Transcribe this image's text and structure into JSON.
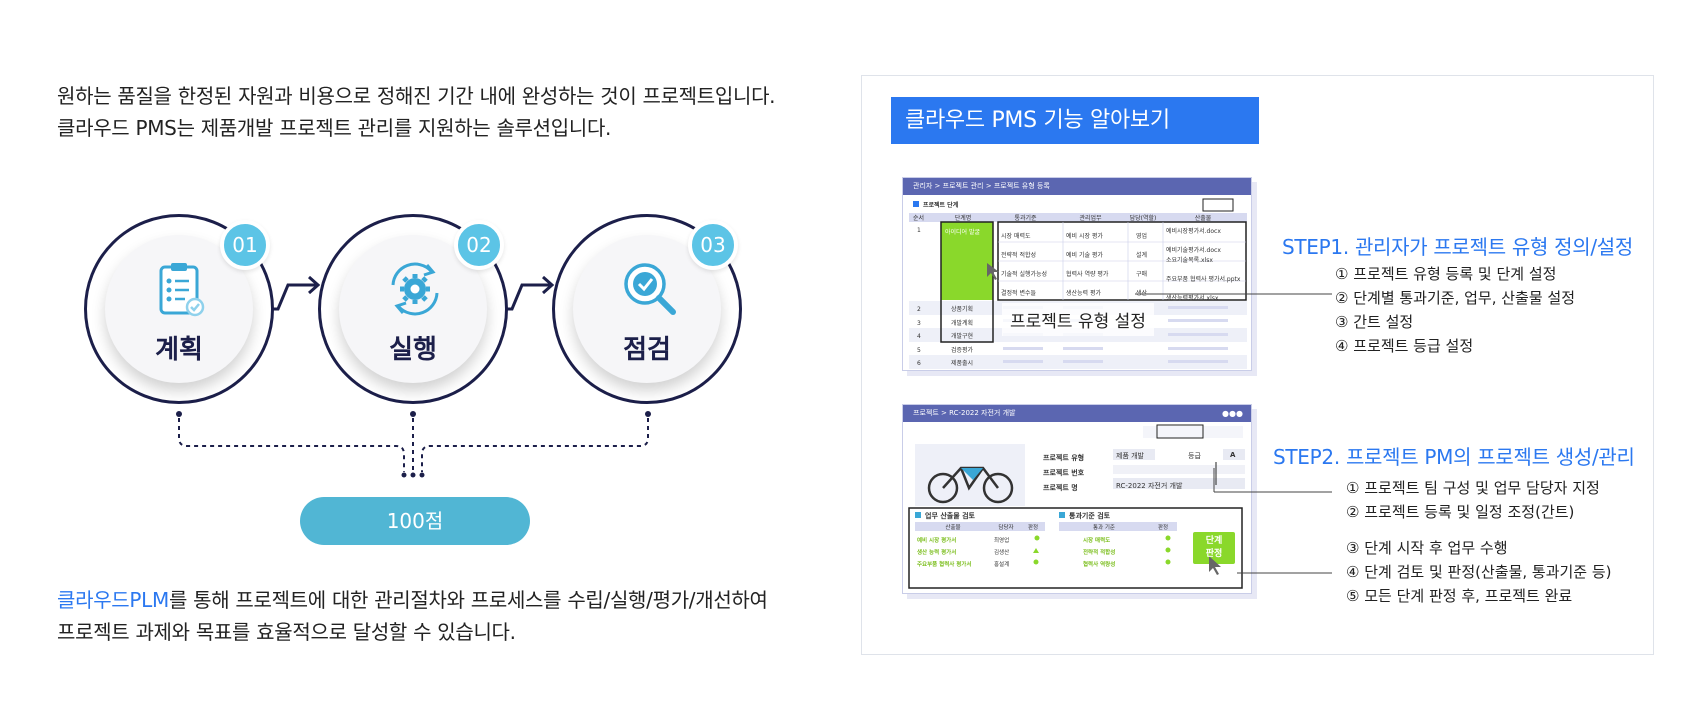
{
  "intro": {
    "line1": "원하는 품질을 한정된 자원과 비용으로 정해진 기간 내에 완성하는 것이 프로젝트입니다.",
    "line2": "클라우드 PMS는 제품개발 프로젝트 관리를 지원하는 솔루션입니다."
  },
  "process": {
    "steps": [
      {
        "num": "01",
        "label": "계획",
        "icon": "clipboard-icon"
      },
      {
        "num": "02",
        "label": "실행",
        "icon": "gear-cycle-icon"
      },
      {
        "num": "03",
        "label": "점검",
        "icon": "magnifier-check-icon"
      }
    ],
    "score": "100점"
  },
  "outro": {
    "highlight": "클라우드PLM",
    "line1_rest": "를 통해 프로젝트에 대한 관리절차와 프로세스를 수립/실행/평가/개선하여",
    "line2": "프로젝트 과제와 목표를 효율적으로 달성할 수 있습니다."
  },
  "panel": {
    "title": "클라우드 PMS 기능 알아보기",
    "shot1": {
      "breadcrumb": "관리자 > 프로젝트 관리 > 프로젝트 유형 등록",
      "section": "프로젝트 단계",
      "headers": [
        "순서",
        "단계명",
        "통과기준",
        "관리업무",
        "담당(역할)",
        "산출물"
      ],
      "rows": [
        {
          "n": "1",
          "stage": "아이디어 발굴",
          "criteria": [
            "시장 매력도",
            "전략적 적합성",
            "기술적 실행가능성",
            "결정적 변수들"
          ],
          "tasks": [
            "예비 시장 평가",
            "예비 기술 평가",
            "협력사 역량 평가",
            "생산능력 평가"
          ],
          "roles": [
            "영업",
            "설계",
            "구매",
            "생산"
          ],
          "outputs": [
            "예비시장평가서.docx",
            "예비기술평가서.docx",
            "소요기술목록.xlsx",
            "주요부품 협력사 평가서.pptx",
            "생산능력평가서.xlsx"
          ]
        },
        {
          "n": "2",
          "stage": "상품기획"
        },
        {
          "n": "3",
          "stage": "개발계획"
        },
        {
          "n": "4",
          "stage": "개발구현"
        },
        {
          "n": "5",
          "stage": "검증평가"
        },
        {
          "n": "6",
          "stage": "제품출시"
        }
      ],
      "callout": "프로젝트 유형 설정"
    },
    "shot2": {
      "breadcrumb": "프로젝트 > RC-2022 자전거 개발",
      "fields": [
        {
          "label": "프로젝트 유형",
          "value": "제품 개발"
        },
        {
          "label": "프로젝트 번호",
          "value": ""
        },
        {
          "label": "프로젝트 명",
          "value": "RC-2022 자전거 개발"
        }
      ],
      "grade_label": "등급",
      "grade_value": "A",
      "review1": {
        "title": "업무 산출물 검토",
        "headers": [
          "산출물",
          "담당자",
          "판정"
        ],
        "rows": [
          [
            "예비 시장 평가서",
            "최영업"
          ],
          [
            "생산 능력 평가서",
            "김생산"
          ],
          [
            "주요부품 협력사 평가서",
            "홍설계"
          ]
        ]
      },
      "review2": {
        "title": "통과기준 검토",
        "headers": [
          "통과 기준",
          "판정"
        ],
        "rows": [
          [
            "시장 매력도"
          ],
          [
            "전략적 적합성"
          ],
          [
            "협력사 역량성"
          ]
        ]
      },
      "judge_button": "단계\n판정"
    },
    "step1": {
      "title": "STEP1. 관리자가 프로젝트 유형 정의/설정",
      "items": [
        "① 프로젝트 유형 등록 및 단계 설정",
        "② 단계별 통과기준, 업무, 산출물 설정",
        "③ 간트 설정",
        "④ 프로젝트 등급 설정"
      ]
    },
    "step2": {
      "title": "STEP2. 프로젝트 PM의 프로젝트 생성/관리",
      "items": [
        "① 프로젝트 팀 구성 및 업무 담당자 지정",
        "② 프로젝트 등록 및 일정 조정(간트)",
        "③ 단계 시작 후 업무 수행",
        "④ 단계 검토 및 판정(산출물, 통과기준 등)",
        "⑤ 모든 단계 판정 후, 프로젝트 완료"
      ]
    }
  },
  "colors": {
    "accent": "#2b78f0",
    "navy": "#1c1f4a",
    "teal": "#5cc4e6",
    "green": "#8ad82b"
  }
}
